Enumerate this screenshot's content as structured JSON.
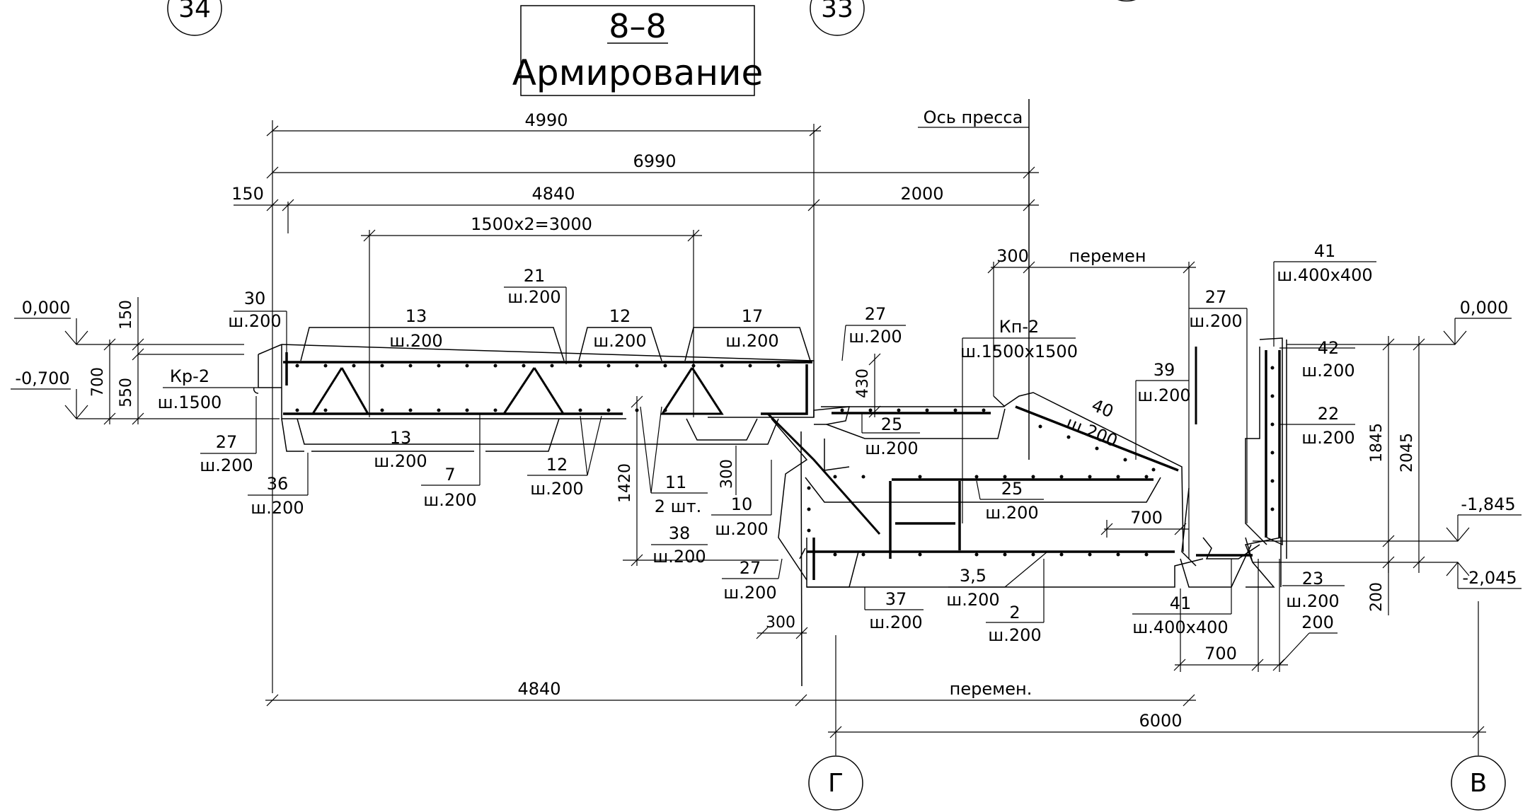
{
  "title": {
    "number": "8–8",
    "subtitle": "Армирование"
  },
  "axes": {
    "top_left": "34",
    "top_mid": "33",
    "bottom_g": "Г",
    "bottom_v": "В"
  },
  "top_label": "Ось пресса",
  "dims": {
    "d4990": "4990",
    "d6990": "6990",
    "d4840_top": "4840",
    "d2000": "2000",
    "d150_top": "150",
    "d1500x2": "1500x2=3000",
    "d300_top": "300",
    "peremen_top": "перемен",
    "d150_left": "150",
    "d700_left": "700",
    "d550_left": "550",
    "d430": "430",
    "d1420": "1420",
    "d300_mid": "300",
    "d300_bot": "300",
    "d700_mid": "700",
    "d1845": "1845",
    "d2045": "2045",
    "d200_right": "200",
    "d200_b": "200",
    "d700_b": "700",
    "d4840_bot": "4840",
    "peremen_bot": "перемен.",
    "d6000": "6000"
  },
  "levels": {
    "l0_left": "0,000",
    "lm07": "-0,700",
    "l0_right": "0,000",
    "lm1845": "-1,845",
    "lm2045": "-2,045"
  },
  "callouts": {
    "c30": [
      "30",
      "ш.200"
    ],
    "c13a": [
      "13",
      "ш.200"
    ],
    "c21": [
      "21",
      "ш.200"
    ],
    "c12a": [
      "12",
      "ш.200"
    ],
    "c17": [
      "17",
      "ш.200"
    ],
    "c27a": [
      "27",
      "ш.200"
    ],
    "ckr2": [
      "Кр-2",
      "ш.1500"
    ],
    "c27b": [
      "27",
      "ш.200"
    ],
    "c36": [
      "36",
      "ш.200"
    ],
    "c13b": [
      "13",
      "ш.200"
    ],
    "c7": [
      "7",
      "ш.200"
    ],
    "c12b": [
      "12",
      "ш.200"
    ],
    "c11": [
      "11",
      "2 шт."
    ],
    "c10": [
      "10",
      "ш.200"
    ],
    "c38": [
      "38",
      "ш.200"
    ],
    "c27c": [
      "27",
      "ш.200"
    ],
    "ckp2": [
      "Кп-2",
      "ш.1500х1500"
    ],
    "c25a": [
      "25",
      "ш.200"
    ],
    "c25b": [
      "25",
      "ш.200"
    ],
    "c39": [
      "39",
      "ш.200"
    ],
    "c40": [
      "40",
      "ш.200"
    ],
    "c27d": [
      "27",
      "ш.200"
    ],
    "c41a": [
      "41",
      "ш.400х400"
    ],
    "c42": [
      "42",
      "ш.200"
    ],
    "c22": [
      "22",
      "ш.200"
    ],
    "c35": [
      "3,5",
      "ш.200"
    ],
    "c37": [
      "37",
      "ш.200"
    ],
    "c2": [
      "2",
      "ш.200"
    ],
    "c41b": [
      "41",
      "ш.400х400"
    ],
    "c23": [
      "23",
      "ш.200"
    ]
  }
}
